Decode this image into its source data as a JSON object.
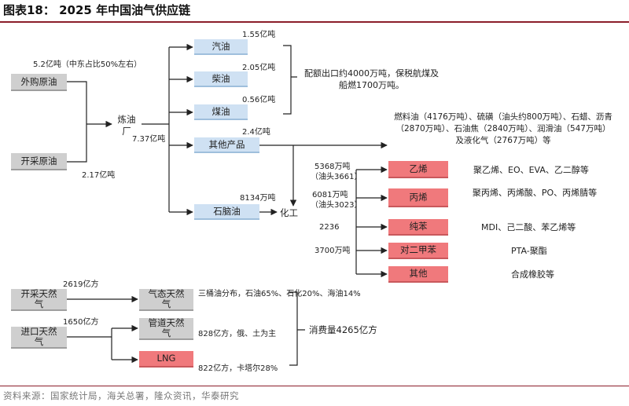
{
  "title": "图表18：  2025 年中国油气供应链",
  "source": "资料来源：国家统计局，海关总署，隆众资讯，华泰研究",
  "oil": {
    "import_crude": "外购原油",
    "domestic_crude": "开采原油",
    "import_qty": "5.2亿吨（中东占比50%左右）",
    "domestic_qty": "2.17亿吨",
    "refinery": "炼油厂",
    "refinery_qty": "7.37亿吨",
    "gasoline": "汽油",
    "gasoline_qty": "1.55亿吨",
    "diesel": "柴油",
    "diesel_qty": "2.05亿吨",
    "kerosene": "煤油",
    "kerosene_qty": "0.56亿吨",
    "quota_note": "配额出口约4000万吨，保税航煤及船燃1700万吨。",
    "other_products": "其他产品",
    "other_qty": "2.4亿吨",
    "other_note": "燃料油（4176万吨）、硫磺（油头约800万吨）、石蜡、沥青（2870万吨）、石油焦（2840万吨）、润滑油（547万吨）及液化气（2767万吨）等",
    "naphtha": "石脑油",
    "naphtha_qty": "8134万吨",
    "chemical": "化工"
  },
  "chem": {
    "ethylene": "乙烯",
    "ethylene_qty": "5368万吨",
    "ethylene_sub": "（油头3661）",
    "ethylene_down": "聚乙烯、EO、EVA、乙二醇等",
    "propylene": "丙烯",
    "propylene_qty": "6081万吨",
    "propylene_sub": "（油头3023）",
    "propylene_down": "聚丙烯、丙烯酸、PO、丙烯腈等",
    "benzene": "纯苯",
    "benzene_qty": "2236",
    "benzene_down": "MDI、己二酸、苯乙烯等",
    "px": "对二甲苯",
    "px_qty": "3700万吨",
    "px_down": "PTA-聚酯",
    "others": "其他",
    "others_down": "合成橡胶等"
  },
  "gas": {
    "domestic_gas": "开采天然气",
    "domestic_qty": "2619亿方",
    "import_gas": "进口天然气",
    "import_qty": "1650亿方",
    "gaseous": "气态天然气",
    "gaseous_note": "三桶油分布，石油65%、石化20%、海油14%",
    "pipeline": "管道天然气",
    "pipeline_note": "828亿方，俄、土为主",
    "lng": "LNG",
    "lng_note": "822亿方，卡塔尔28%",
    "consumption": "消费量4265亿方"
  },
  "colors": {
    "grey_box": "#cfcfcf",
    "blue_box": "#cfe1f3",
    "red_box": "#f0797c",
    "accent_rule": "#8a1e2a"
  }
}
